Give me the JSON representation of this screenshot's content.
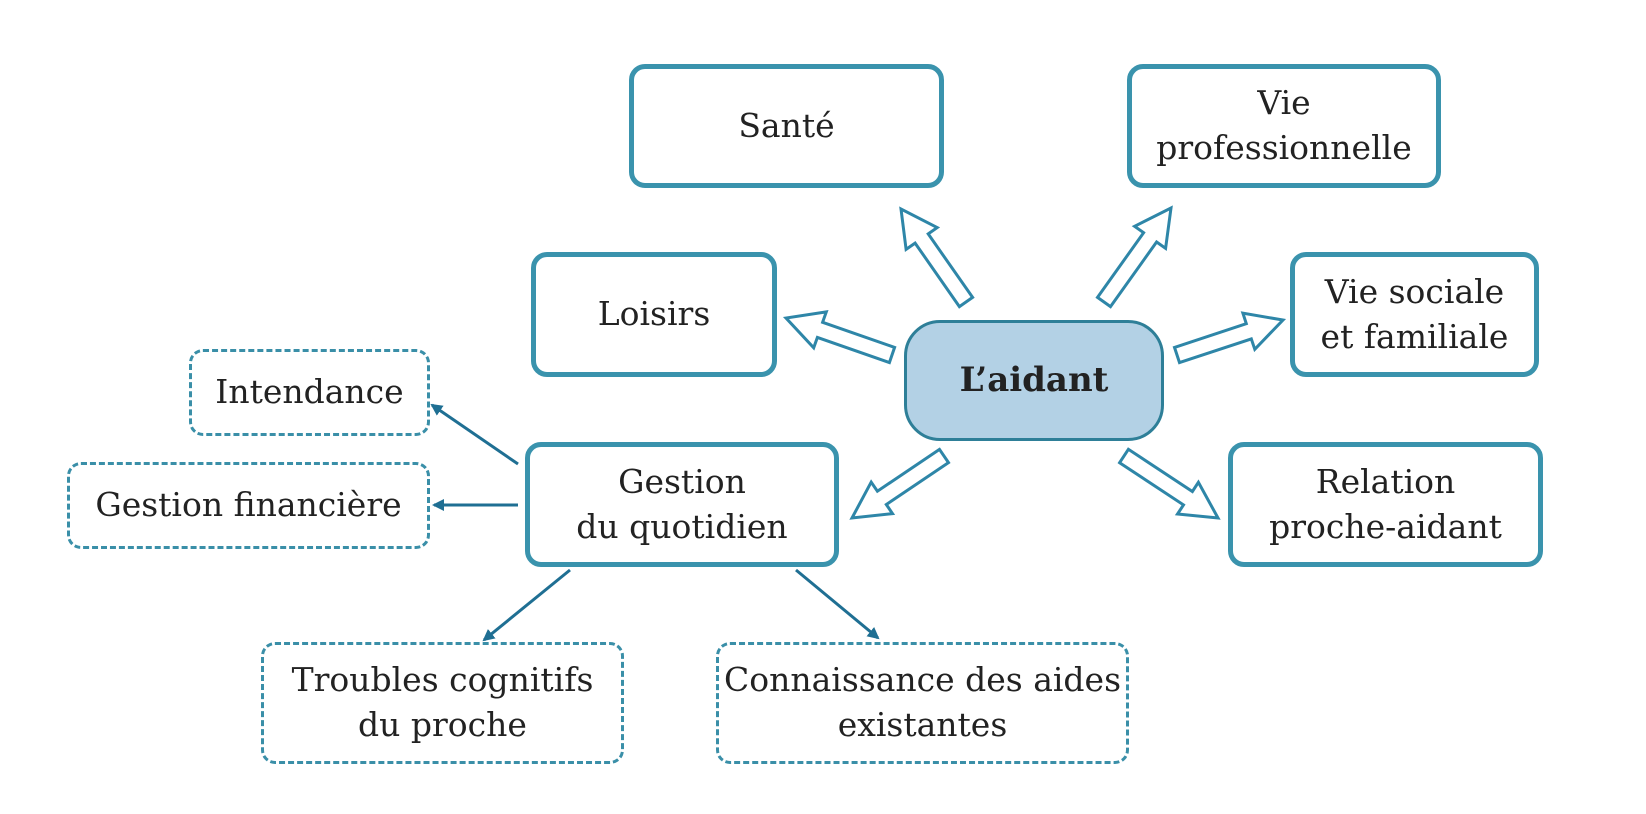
{
  "diagram": {
    "center": "L’aidant",
    "outer_nodes": {
      "sante": "Santé",
      "vie_professionnelle": "Vie\nprofessionnelle",
      "loisirs": "Loisirs",
      "vie_sociale": "Vie sociale\net familiale",
      "relation": "Relation\nproche-aidant",
      "gestion": "Gestion\ndu quotidien"
    },
    "sub_nodes": {
      "intendance": "Intendance",
      "gestion_financiere": "Gestion financière",
      "troubles": "Troubles cognitifs\ndu proche",
      "connaissance": "Connaissance des aides\nexistantes"
    },
    "colors": {
      "border": "#3a93ad",
      "center_fill": "#b3d1e5",
      "thin_arrow": "#1f6f93"
    }
  }
}
